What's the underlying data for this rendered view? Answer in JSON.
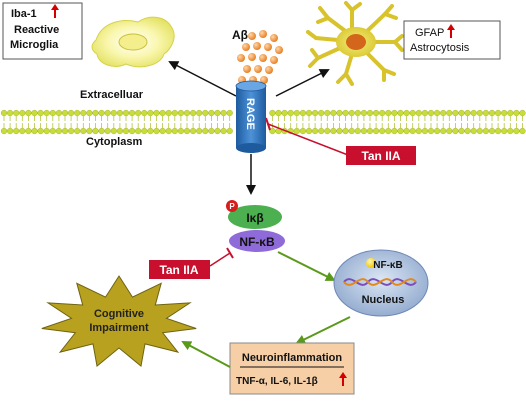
{
  "labels": {
    "microglia_box": [
      "Iba-1",
      "Reactive",
      "Microglia"
    ],
    "astro_box": [
      "GFAP",
      "Astrocytosis"
    ],
    "abeta": "Aβ",
    "extracellular": "Extracelluar",
    "cytoplasm": "Cytoplasm",
    "rage": "RAGE",
    "tan_top": "Tan IIA",
    "phospho": "P",
    "ikb": "Iκβ",
    "nfkb": "NF-κB",
    "tan_left": "Tan IIA",
    "nucleus_nfkb": "NF-κB",
    "nucleus": "Nucleus",
    "cognitive": [
      "Cognitive",
      "Impairment"
    ],
    "neuro_title": "Neuroinflammation",
    "neuro_sub": "TNF-α, IL-6, IL-1β"
  },
  "colors": {
    "red_arrow": "#d40000",
    "green_arrow": "#5a9a1a",
    "tan_box": "#c8102e",
    "ikb": "#4caf50",
    "nfkb": "#8e6bd9",
    "rage": "#2b6fb8",
    "membrane_head": "#c8dc3c",
    "neuro_box": "#f6cfa7",
    "burst": "#b8a11e"
  }
}
